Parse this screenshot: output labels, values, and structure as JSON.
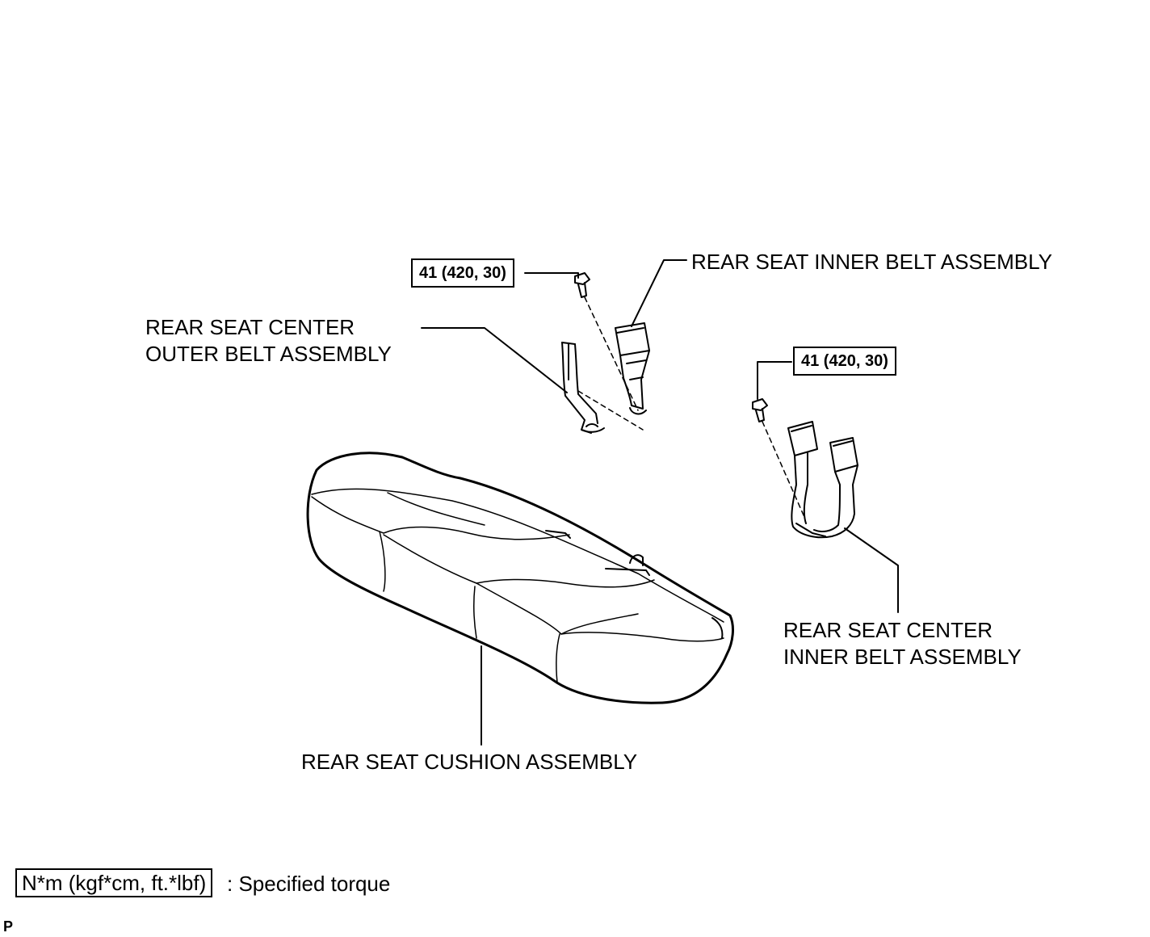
{
  "labels": {
    "inner_belt": "REAR SEAT INNER BELT ASSEMBLY",
    "center_outer_line1": "REAR SEAT CENTER",
    "center_outer_line2": "OUTER BELT ASSEMBLY",
    "center_inner_line1": "REAR SEAT CENTER",
    "center_inner_line2": "INNER BELT ASSEMBLY",
    "cushion": "REAR SEAT CUSHION ASSEMBLY"
  },
  "torque": {
    "upper": "41 (420, 30)",
    "right": "41 (420, 30)"
  },
  "legend": {
    "unit_box": "N*m (kgf*cm, ft.*lbf)",
    "description": ": Specified torque"
  },
  "corner_mark": "P"
}
